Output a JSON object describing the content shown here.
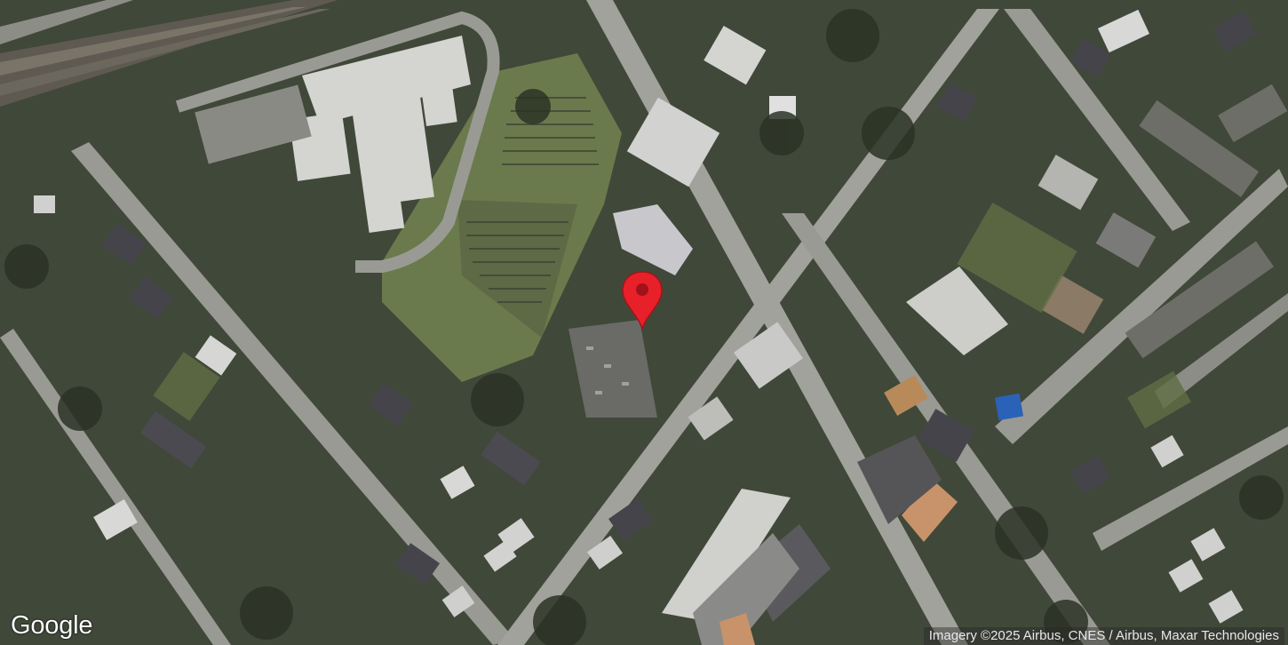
{
  "map": {
    "type": "satellite",
    "logo_text": "Google",
    "attribution": "Imagery ©2025 Airbus, CNES / Airbus, Maxar Technologies",
    "marker": {
      "icon": "map-pin-icon",
      "color": "#e8202a"
    },
    "colors": {
      "vegetation": "#3e4a36",
      "lawn": "#6a7a4c",
      "road": "#9a9a94",
      "roof_light": "#d4d4d0",
      "roof_dark": "#4a4a50",
      "playground": "#c8936a",
      "blue_roof": "#2a62b8"
    }
  }
}
